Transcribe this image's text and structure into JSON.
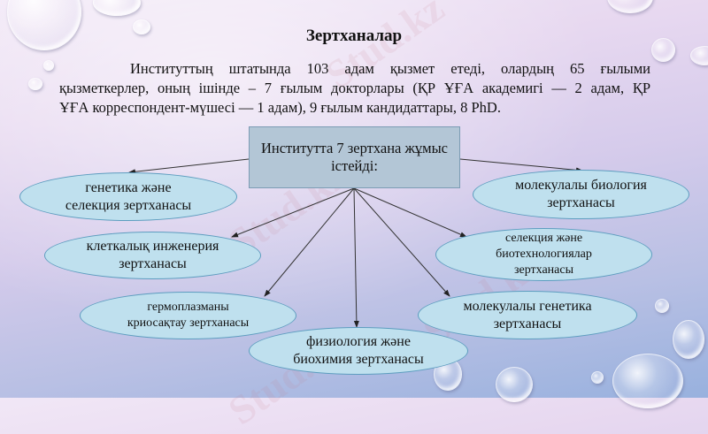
{
  "slide": {
    "title": "Зертханалар",
    "paragraph": {
      "lines": [
        "Институттың штатында 103 адам қызмет етеді, олардың 65 ғылыми",
        "қызметкерлер, оның ішінде – 7 ғылым докторлары (ҚР ҰҒА академигі — 2 адам, ҚР",
        "ҰҒА корреспондент-мүшесі — 1 адам), 9 ғылым кандидаттары, 8 PhD."
      ]
    },
    "center_box": {
      "line1": "Институтта 7 зертхана жұмыс",
      "line2": "істейді:"
    },
    "labs": [
      {
        "line1": "генетика және",
        "line2": "селекция зертханасы"
      },
      {
        "line1": "клеткалық инженерия",
        "line2": "зертханасы"
      },
      {
        "line1": "гермоплазманы",
        "line2": "криосақтау зертханасы"
      },
      {
        "line1": "физиология және",
        "line2": "биохимия зертханасы"
      },
      {
        "line1": "молекулалы генетика",
        "line2": "зертханасы"
      },
      {
        "line1": "селекция және",
        "line2": "биотехнологиялар",
        "line3": "зертханасы"
      },
      {
        "line1": "молекулалы биология",
        "line2": "зертханасы"
      }
    ],
    "watermark": "Stud.kz",
    "colors": {
      "box_fill": "#b3c6d6",
      "box_border": "#7c9cb4",
      "ellipse_fill": "#bfe0ee",
      "ellipse_border": "#5d9dbf",
      "arrow": "#333333"
    }
  }
}
